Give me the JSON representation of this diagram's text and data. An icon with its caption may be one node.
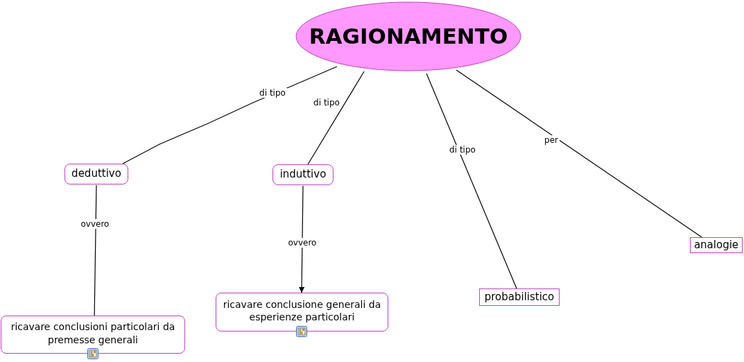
{
  "diagram": {
    "nodes": [
      {
        "text": [
          "RAGIONAMENTO"
        ]
      },
      {
        "text": [
          "deduttivo"
        ]
      },
      {
        "text": [
          "induttivo"
        ]
      },
      {
        "text": [
          "probabilistico"
        ]
      },
      {
        "text": [
          "analogie"
        ]
      },
      {
        "text": [
          "ricavare conclusioni particolari da premesse generali"
        ]
      },
      {
        "text": [
          "ricavare conclusione generali da esperienze particolari"
        ]
      }
    ],
    "edges": [
      {
        "from": 0,
        "to": 1,
        "label": "di tipo",
        "arrow": "none"
      },
      {
        "from": 0,
        "to": 2,
        "label": "di tipo",
        "arrow": "none"
      },
      {
        "from": 0,
        "to": 3,
        "label": "di tipo",
        "arrow": "none"
      },
      {
        "from": 0,
        "to": 4,
        "label": "per",
        "arrow": "none"
      },
      {
        "from": 1,
        "to": 5,
        "label": "ovvero",
        "arrow": "none"
      },
      {
        "from": 2,
        "to": 6,
        "label": "ovvero",
        "arrow": "to"
      }
    ]
  }
}
